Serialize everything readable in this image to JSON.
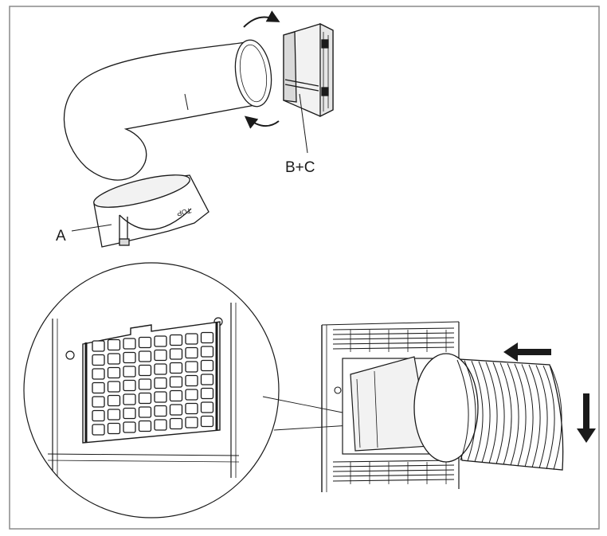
{
  "labels": {
    "a": "A",
    "bc": "B+C",
    "top_mark": "TOP"
  },
  "colors": {
    "line": "#1a1a1a",
    "frame": "#8a8a8a",
    "fill_light": "#f2f2f2",
    "fill_mid": "#d9d9d9",
    "background": "#ffffff"
  }
}
